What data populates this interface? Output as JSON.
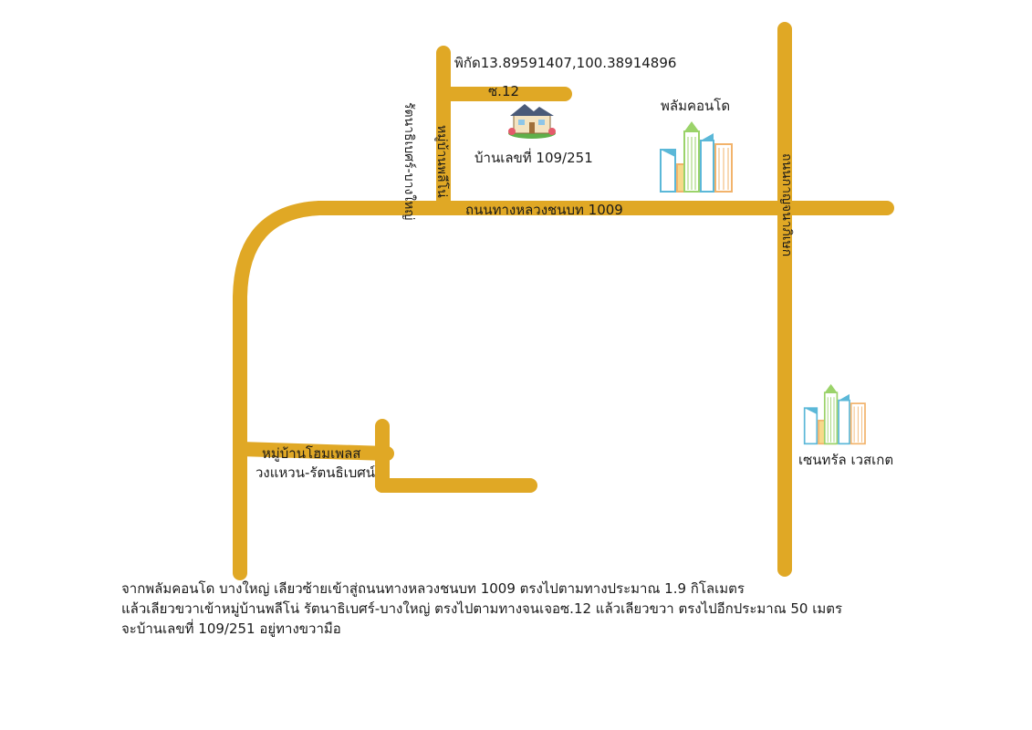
{
  "labels": {
    "coordinates": "พิกัด13.89591407,100.38914896",
    "soi12": "ซ.12",
    "house": "บ้านเลขที่ 109/251",
    "plum_condo": "พลัมคอนโด",
    "road_1009": "ถนนทางหลวงชนบท 1009",
    "village_vertical": "หมู่บ้านพลีโน่",
    "road_vertical_left": "รัตนาธิเบศร์-บางใหญ่",
    "road_vertical_right": "ถนนกาญจนาภิเษก",
    "home_place": "หมู่บ้านโฮมเพลส",
    "ring_road": "วงแหวน-รัตนธิเบศน์",
    "central": "เซนทรัล เวสเกต"
  },
  "directions": {
    "line1": "จากพลัมคอนโด บางใหญ่ เลียวซ้ายเข้าสู่ถนนทางหลวงชนบท 1009 ตรงไปตามทางประมาณ 1.9 กิโลเมตร",
    "line2": "แล้วเลียวขวาเข้าหมู่บ้านพลีโน่ รัตนาธิเบศร์-บางใหญ่ ตรงไปตามทางจนเจอซ.12 แล้วเลียวขวา ตรงไปอีกประมาณ 50 เมตร",
    "line3": "จะบ้านเลขที่ 109/251 อยู่ทางขวามือ"
  },
  "colors": {
    "road": "#e0a825",
    "building_blue": "#5bb8d8",
    "building_green": "#9bd36a",
    "building_orange": "#f2b36b",
    "house_roof": "#4a5a78",
    "house_wall": "#f4e3c0",
    "grass": "#5fb04a"
  },
  "icons": {
    "house": "house-icon",
    "plum_condo": "buildings-icon",
    "central": "buildings-icon"
  }
}
